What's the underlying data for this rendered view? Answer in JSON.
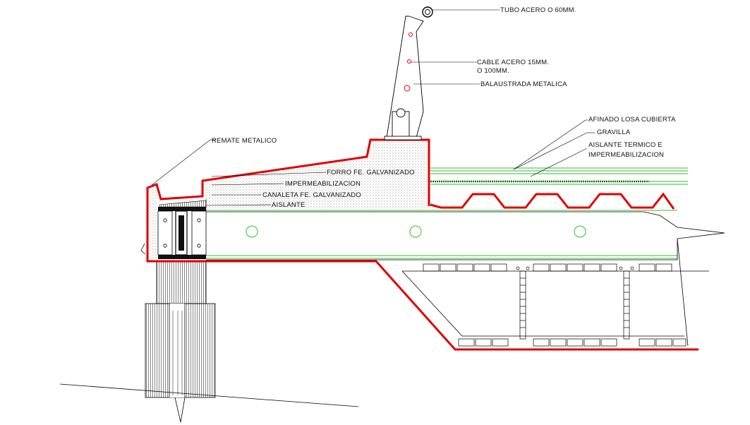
{
  "labels": {
    "tubo": "TUBO ACERO  O 60MM.",
    "cable_1": "CABLE ACERO 15MM.",
    "cable_2": "O 100MM.",
    "balaustrada": "BALAUSTRADA METALICA",
    "afinado": "AFINADO LOSA CUBIERTA",
    "gravilla": "GRAVILLA",
    "aislante_termico_1": "AISLANTE TERMICO E",
    "aislante_termico_2": "IMPERMEABILIZACION",
    "remate": "REMATE METALICO",
    "forro": "FORRO FE. GALVANIZADO",
    "impermeabilizacion": "IMPERMEABILIZACION",
    "canaleta": "CANALETA FE. GALVANIZADO",
    "aislante": "AISLANTE"
  },
  "colors": {
    "outline": "#e00000",
    "layers": "#2fbf2f",
    "lines": "#000000",
    "background": "#ffffff"
  }
}
